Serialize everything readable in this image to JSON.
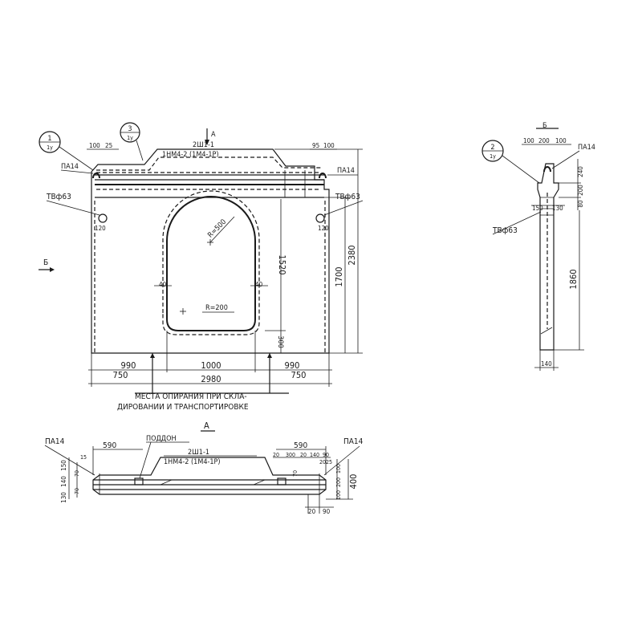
{
  "front_view": {
    "callout_1": {
      "top": "1",
      "bottom": "1у"
    },
    "callout_3": {
      "top": "3",
      "bottom": "1у"
    },
    "section_a_marker": "А",
    "view_b_marker": "Б",
    "top_left_dims": [
      "100",
      "25"
    ],
    "top_right_dims": [
      "95",
      "100"
    ],
    "rebar_top": "2Ш1-1",
    "rebar_bottom": "1НМ4-2 (1М4-1Р)",
    "loop_left": "ПА14",
    "loop_right": "ПА14",
    "socket_left": "ТВф63",
    "socket_right": "ТВф63",
    "socket_left_dim": "120",
    "socket_right_dim": "120",
    "arch_radius": "R=500",
    "corner_radius": "R=200",
    "gap_left": "40",
    "gap_right": "40",
    "dim_opening_height": "1520",
    "dim_sill": "300",
    "dim_inner_height": "1700",
    "dim_total_height": "2380",
    "dims_row1": [
      "990",
      "1000",
      "990"
    ],
    "dims_row2": [
      "750",
      "750"
    ],
    "dim_total_width": "2980",
    "support_note_1": "МЕСТА ОПИРАНИЯ ПРИ СКЛА-",
    "support_note_2": "ДИРОВАНИИ И ТРАНСПОРТИРОВКЕ"
  },
  "side_view": {
    "section_marker": "Б",
    "callout_2": {
      "top": "2",
      "bottom": "1у"
    },
    "top_dims": [
      "100",
      "200",
      "100"
    ],
    "loop": "ПА14",
    "right_dims": [
      "240",
      "200",
      "80"
    ],
    "flange_dims": [
      "150",
      "130"
    ],
    "socket": "ТВф63",
    "dim_height": "1860",
    "dim_width": "140"
  },
  "plan_view": {
    "title": "А",
    "loop_left": "ПА14",
    "loop_right": "ПА14",
    "tray_label": "ПОДДОН",
    "rebar_top": "2Ш1-1",
    "rebar_bottom": "1НМ4-2 (1М4-1Р)",
    "dim_left": "590",
    "dim_right": "590",
    "left_dims_small": [
      "15",
      "70",
      "70"
    ],
    "left_dims_rotated": [
      "150",
      "140",
      "130"
    ],
    "right_dims_top": [
      "20",
      "300",
      "20",
      "140",
      "90"
    ],
    "right_dims_mid": [
      "20",
      "25"
    ],
    "right_dims_rotated": [
      "100",
      "200",
      "100"
    ],
    "dim_thickness": "400",
    "right_small_70": "70",
    "right_bottom_dims": [
      "20",
      "90"
    ]
  }
}
